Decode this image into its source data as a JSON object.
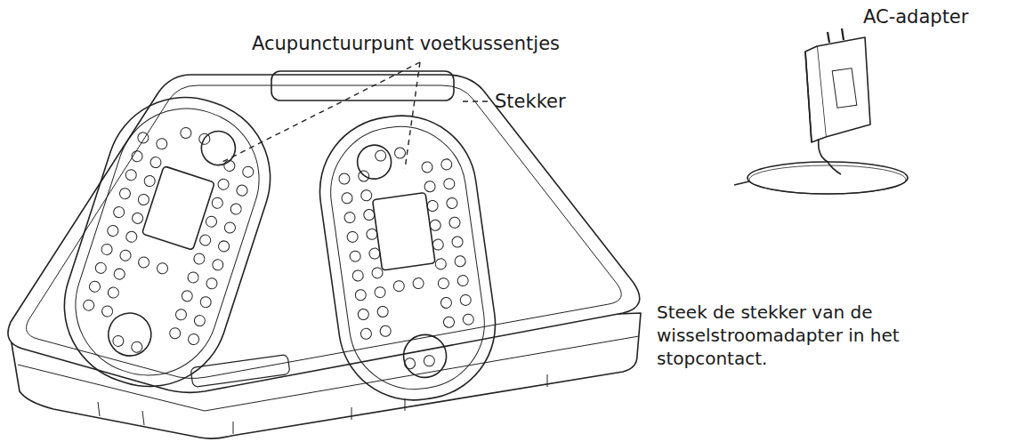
{
  "diagram": {
    "labels": [
      "Acupunctuurpunt voetkussentjes",
      "Stekker",
      "AC-adapter",
      "Steek de stekker van de wisselstroomadapter in het stopcontact."
    ]
  }
}
